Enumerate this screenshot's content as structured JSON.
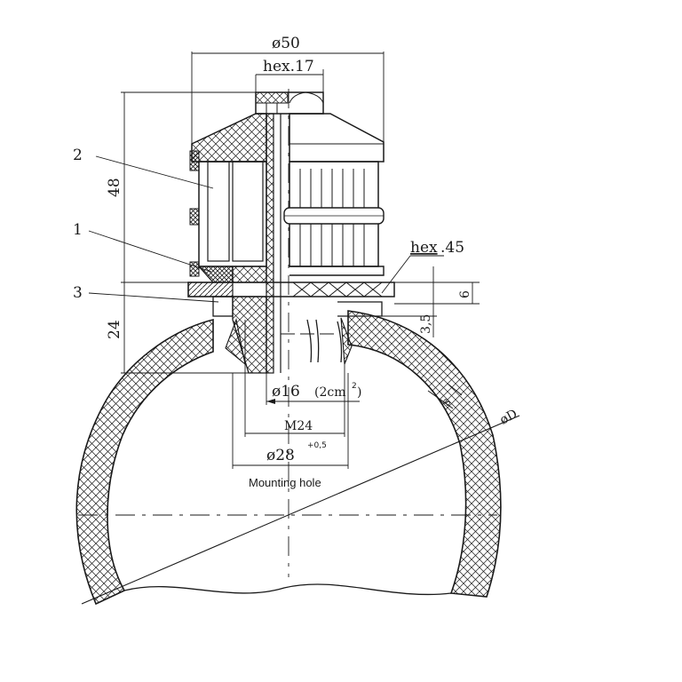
{
  "callouts": {
    "part_2": "2",
    "part_1": "1",
    "part_3": "3"
  },
  "dimensions": {
    "outer_diameter": "ø50",
    "hex_top": "hex.17",
    "height_48": "48",
    "height_24": "24",
    "hex_45_underlined": "hex",
    "hex_45_value": ".45",
    "thickness_6": "6",
    "thickness_3_5": "3,5",
    "bore": "ø16",
    "bore_area_prefix": "(2cm",
    "bore_area_exp": "2",
    "bore_area_suffix": ")",
    "thread": "M24",
    "hole_diameter": "ø28",
    "hole_tolerance": "+0,5",
    "wall": "s",
    "vessel_diameter": "øD"
  },
  "notes": {
    "mounting_hole": "Mounting hole"
  },
  "colors": {
    "line": "#1a1a1a",
    "background": "#ffffff"
  }
}
